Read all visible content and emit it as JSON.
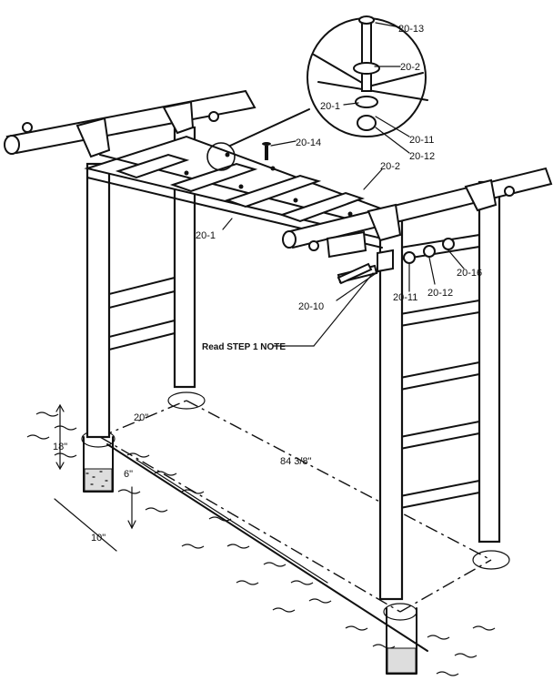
{
  "figure": {
    "part_labels": {
      "p20_13": "20-13",
      "p20_2_inset": "20-2",
      "p20_1_inset": "20-1",
      "p20_11_inset": "20-11",
      "p20_12_inset": "20-12",
      "p20_14": "20-14",
      "p20_2": "20-2",
      "p20_1": "20-1",
      "p20_10": "20-10",
      "p20_11": "20-11",
      "p20_12": "20-12",
      "p20_16": "20-16"
    },
    "note": "Read STEP 1 NOTE",
    "dimensions": {
      "width": "20\"",
      "length": "84 3/8\"",
      "hole_diameter": "10\"",
      "depth": "18\"",
      "gravel": "6\""
    }
  }
}
